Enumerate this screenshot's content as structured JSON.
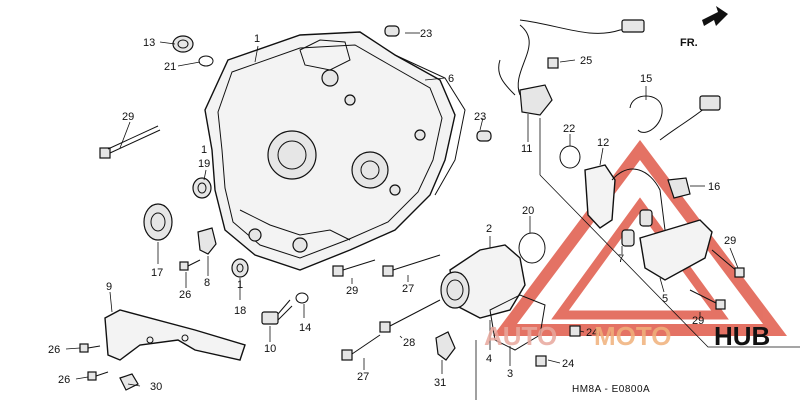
{
  "diagram": {
    "part_labels": [
      "1",
      "2",
      "3",
      "4",
      "5",
      "6",
      "7",
      "8",
      "9",
      "10",
      "11",
      "12",
      "13",
      "14",
      "15",
      "16",
      "17",
      "18",
      "19",
      "20",
      "21",
      "22",
      "23",
      "24",
      "25",
      "26",
      "27",
      "28",
      "29",
      "30",
      "31"
    ],
    "diagram_code": "HM8A - E0800A",
    "direction_label": "FR.",
    "watermark": {
      "text": "AUTOMOTOHUB",
      "colors": {
        "auto": "#e8a79c",
        "moto": "#f0b07a",
        "hub": "#111111",
        "triangle": "#e05a4a"
      }
    }
  }
}
